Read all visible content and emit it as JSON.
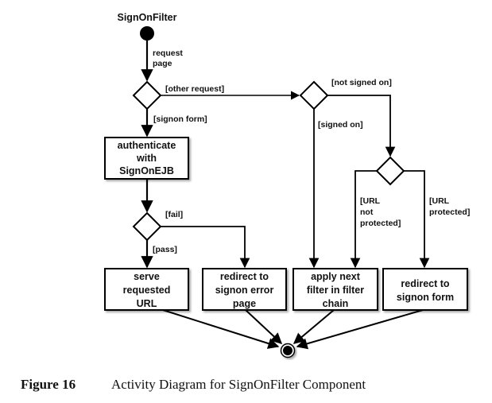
{
  "diagram": {
    "start_label": "SignOnFilter",
    "edges": {
      "request_page": [
        "request",
        "page"
      ],
      "other_request": "[other request]",
      "signon_form": "[signon form]",
      "not_signed_on": "[not signed on]",
      "signed_on": "[signed on]",
      "url_not_protected": [
        "[URL",
        "not",
        "protected]"
      ],
      "url_protected": [
        "[URL",
        "protected]"
      ],
      "fail": "[fail]",
      "pass": "[pass]"
    },
    "activities": {
      "authenticate": [
        "authenticate",
        "with",
        "SignOnEJB"
      ],
      "serve_url": [
        "serve",
        "requested",
        "URL"
      ],
      "redirect_error": [
        "redirect to",
        "signon error",
        "page"
      ],
      "apply_filter": [
        "apply next",
        "filter in filter",
        "chain"
      ],
      "redirect_form": [
        "redirect to",
        "signon form"
      ]
    }
  },
  "caption": {
    "figure": "Figure 16",
    "text": "Activity Diagram for SignOnFilter Component"
  }
}
